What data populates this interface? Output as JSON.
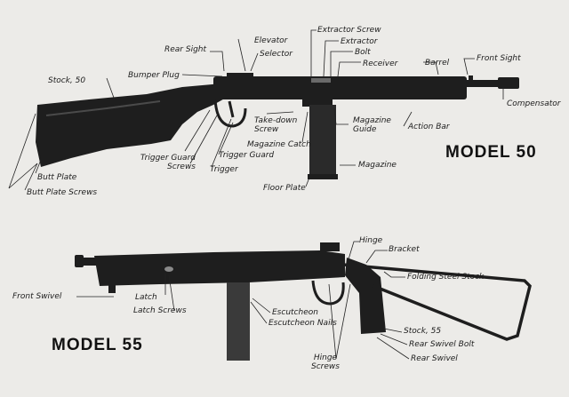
{
  "colors": {
    "paper": "#ecebe8",
    "gun": "#1e1e1e",
    "leader": "#222222"
  },
  "model50": {
    "title": "MODEL 50",
    "labels": {
      "extractor_screw": "Extractor Screw",
      "extractor": "Extractor",
      "rear_sight": "Rear Sight",
      "elevator": "Elevator",
      "selector": "Selector",
      "bolt": "Bolt",
      "receiver": "Receiver",
      "barrel": "Barrel",
      "front_sight": "Front Sight",
      "compensator": "Compensator",
      "stock": "Stock, 50",
      "bumper_plug": "Bumper Plug",
      "take_down_screw": "Take-down Screw",
      "magazine_guide": "Magazine Guide",
      "action_bar": "Action Bar",
      "magazine_catch": "Magazine Catch",
      "trigger_guard_screws": "Trigger Guard Screws",
      "trigger_guard": "Trigger Guard",
      "trigger": "Trigger",
      "butt_plate": "Butt Plate",
      "butt_plate_screws": "Butt Plate Screws",
      "magazine": "Magazine",
      "floor_plate": "Floor Plate"
    }
  },
  "model55": {
    "title": "MODEL 55",
    "labels": {
      "hinge": "Hinge",
      "bracket": "Bracket",
      "folding_steel_stock": "Folding Steel Stock",
      "front_swivel": "Front Swivel",
      "latch": "Latch",
      "latch_screws": "Latch Screws",
      "escutcheon": "Escutcheon",
      "escutcheon_nails": "Escutcheon Nails",
      "stock": "Stock, 55",
      "rear_swivel_bolt": "Rear Swivel Bolt",
      "rear_swivel": "Rear Swivel",
      "hinge_screws": "Hinge Screws"
    }
  }
}
